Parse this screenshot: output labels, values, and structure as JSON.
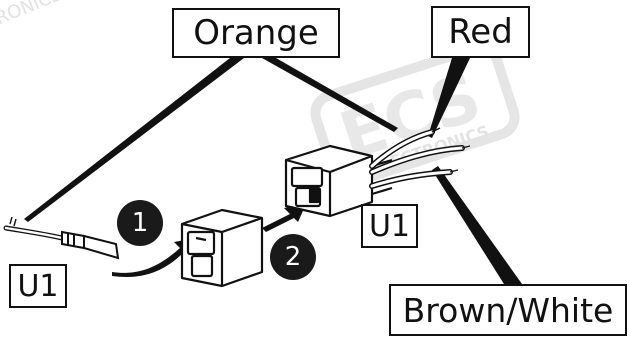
{
  "labels": {
    "orange": "Orange",
    "red": "Red",
    "brown_white": "Brown/White",
    "u1_left": "U1",
    "u1_right": "U1"
  },
  "steps": [
    "1",
    "2"
  ],
  "watermark": {
    "text": "ECS",
    "subtext": "ELECTRONICS",
    "corner_fragment": "RONICS"
  },
  "colors": {
    "line": "#111111",
    "watermark": "#dcdcdc",
    "step_fill": "#1a1a1a"
  }
}
